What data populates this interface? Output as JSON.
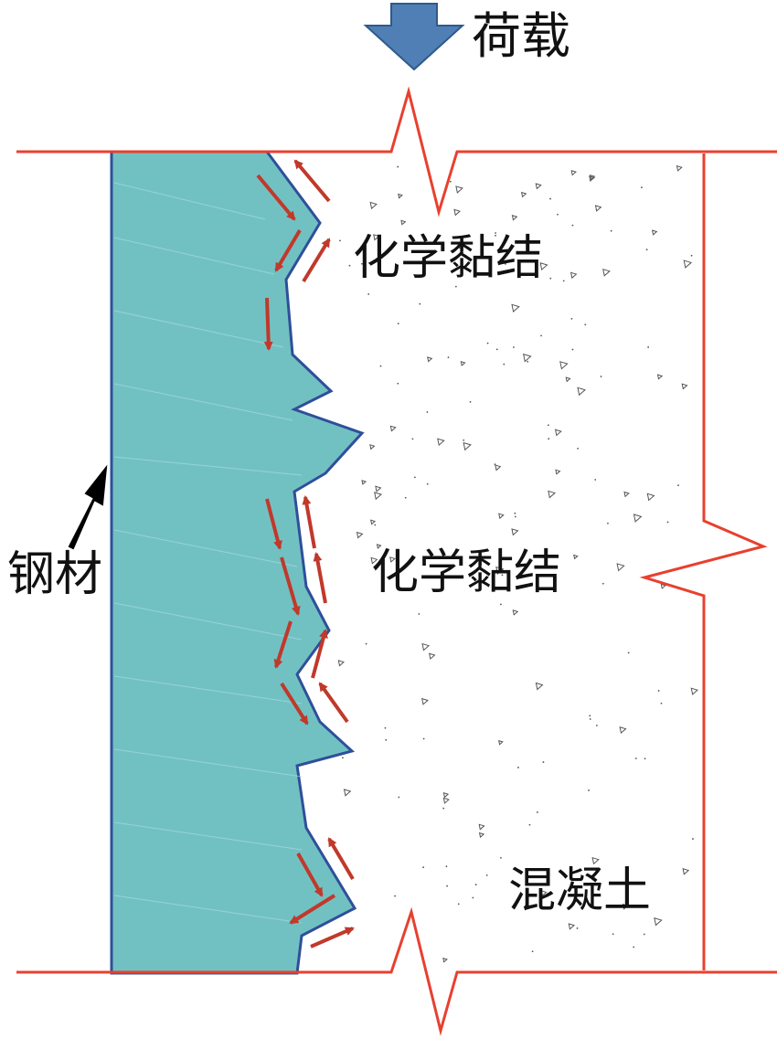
{
  "labels": {
    "load": "荷载",
    "steel": "钢材",
    "chem_bond_upper": "化学黏结",
    "chem_bond_lower": "化学黏结",
    "concrete": "混凝土"
  },
  "colors": {
    "steel_fill": "#72c1c2",
    "steel_edge": "#2f4f9a",
    "boundary": "#e8402f",
    "bond_arrow": "#c0392b",
    "load_arrow": "#4f7fb5",
    "pointer_arrow": "#000000",
    "aggregate": "#555555"
  },
  "icons": {
    "load": "down-arrow-icon",
    "pointer": "pointer-arrow-icon"
  }
}
